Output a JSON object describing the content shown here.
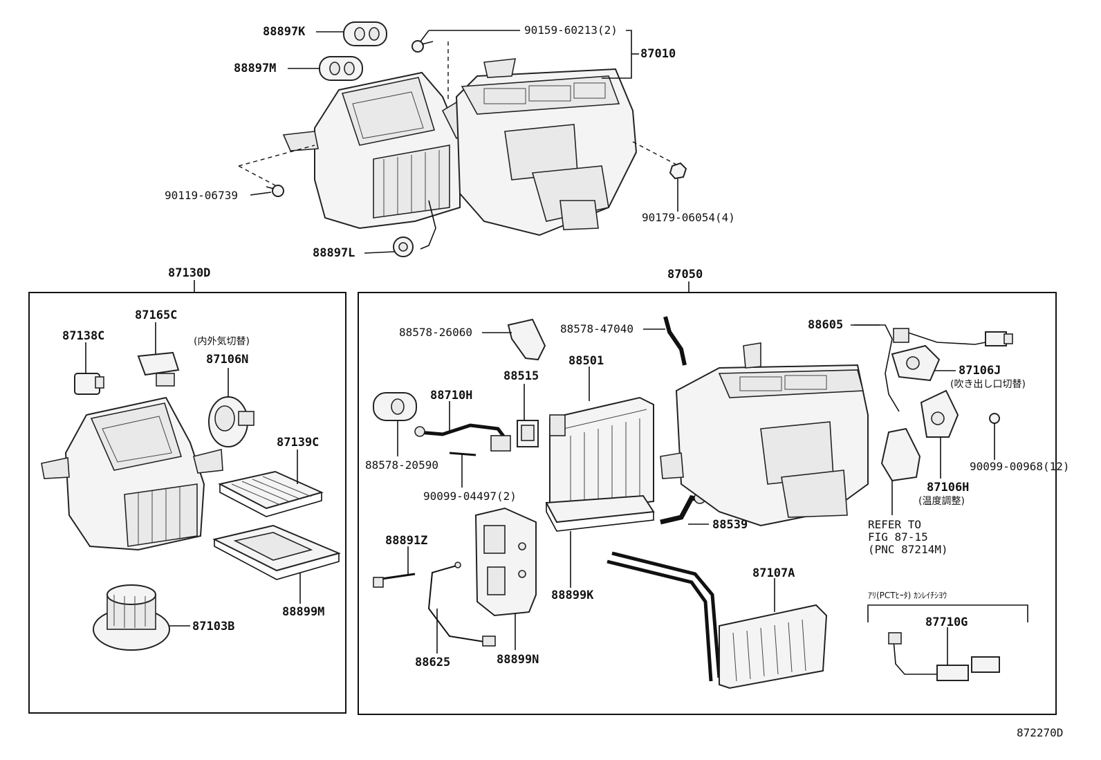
{
  "diagram_code": "872270D",
  "top_assembly": {
    "labels": {
      "p88897K": "88897K",
      "p88897M": "88897M",
      "p90159": "90159-60213(2)",
      "p87010": "87010",
      "p90119": "90119-06739",
      "p90179": "90179-06054(4)",
      "p88897L": "88897L"
    }
  },
  "left_box": {
    "title": "87130D",
    "labels": {
      "p87138C": "87138C",
      "p87165C": "87165C",
      "note_intake": "(内外気切替)",
      "p87106N": "87106N",
      "p87139C": "87139C",
      "p88899M": "88899M",
      "p87103B": "87103B"
    }
  },
  "right_box": {
    "title": "87050",
    "labels": {
      "p88578_26060": "88578-26060",
      "p88578_47040": "88578-47040",
      "p88605": "88605",
      "p87106J": "87106J",
      "note_outlet": "(吹き出し口切替)",
      "p88501": "88501",
      "p88515": "88515",
      "p88710H": "88710H",
      "p88578_20590": "88578-20590",
      "p90099_04497": "90099-04497(2)",
      "p90099_00968": "90099-00968(12)",
      "p87106H": "87106H",
      "note_temp": "(温度調整)",
      "refer_1": "REFER TO",
      "refer_2": "FIG 87-15",
      "refer_3": "(PNC 87214M)",
      "p88539": "88539",
      "p88891Z": "88891Z",
      "p88899K": "88899K",
      "p87107A": "87107A",
      "p88625": "88625",
      "p88899N": "88899N",
      "note_ptc": "ｱﾘ(PCTﾋｰﾀ) ｶﾝﾚｲﾁｼﾖｳ",
      "p87710G": "87710G"
    }
  }
}
